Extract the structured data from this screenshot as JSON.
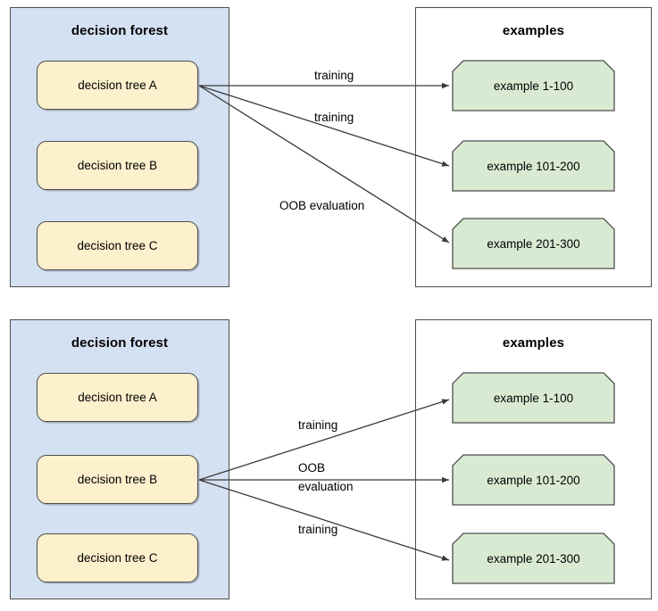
{
  "diagrams": [
    {
      "id": "top",
      "forest": {
        "title": "decision forest",
        "trees": [
          {
            "label": "decision tree A"
          },
          {
            "label": "decision tree B"
          },
          {
            "label": "decision tree C"
          }
        ]
      },
      "examples": {
        "title": "examples",
        "items": [
          {
            "label": "example 1-100"
          },
          {
            "label": "example 101-200"
          },
          {
            "label": "example 201-300"
          }
        ]
      },
      "edges": [
        {
          "label": "training",
          "from": "decision tree A",
          "to": "example 1-100"
        },
        {
          "label": "training",
          "from": "decision tree A",
          "to": "example 101-200"
        },
        {
          "label": "OOB evaluation",
          "from": "decision tree A",
          "to": "example 201-300"
        }
      ]
    },
    {
      "id": "bottom",
      "forest": {
        "title": "decision forest",
        "trees": [
          {
            "label": "decision tree A"
          },
          {
            "label": "decision tree B"
          },
          {
            "label": "decision tree C"
          }
        ]
      },
      "examples": {
        "title": "examples",
        "items": [
          {
            "label": "example 1-100"
          },
          {
            "label": "example 101-200"
          },
          {
            "label": "example 201-300"
          }
        ]
      },
      "edges": [
        {
          "label": "training",
          "from": "decision tree B",
          "to": "example 1-100"
        },
        {
          "label": "OOB",
          "label2": "evaluation",
          "from": "decision tree B",
          "to": "example 101-200"
        },
        {
          "label": "training",
          "from": "decision tree B",
          "to": "example 201-300"
        }
      ]
    }
  ],
  "colors": {
    "forest_panel_fill": "#d4e1f2",
    "tree_box_fill": "#fdf0cd",
    "example_box_fill": "#d9ead3",
    "border": "#4d4d4d",
    "arrow": "#3a3a3a",
    "text": "#000000"
  }
}
